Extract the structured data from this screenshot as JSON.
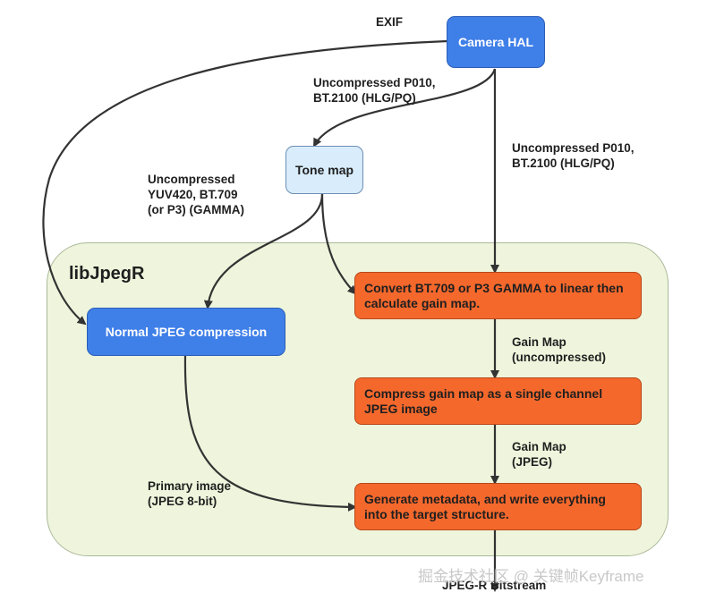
{
  "region": {
    "title": "libJpegR"
  },
  "nodes": {
    "camera_hal": "Camera HAL",
    "tone_map": "Tone map",
    "normal_jpeg": "Normal JPEG compression",
    "convert_gain": "Convert BT.709 or P3 GAMMA to linear then calculate gain map.",
    "compress_gain": "Compress gain map as a single channel JPEG image",
    "generate_metadata": "Generate metadata, and write everything into the target structure."
  },
  "edge_labels": {
    "exif": "EXIF",
    "p010_to_tonemap": [
      "Uncompressed P010,",
      "BT.2100 (HLG/PQ)"
    ],
    "p010_to_convert": [
      "Uncompressed P010,",
      "BT.2100 (HLG/PQ)"
    ],
    "yuv420": [
      "Uncompressed",
      "YUV420, BT.709",
      "(or P3) (GAMMA)"
    ],
    "gain_map_uncompressed": [
      "Gain Map",
      "(uncompressed)"
    ],
    "gain_map_jpeg": [
      "Gain Map",
      "(JPEG)"
    ],
    "primary_image": [
      "Primary image",
      "(JPEG 8-bit)"
    ],
    "output": "JPEG-R Bitstream"
  },
  "watermark": "掘金技术社区 @ 关键帧Keyframe",
  "colors": {
    "blue_box": "#3f7fe8",
    "light_blue_box": "#d8ecfb",
    "orange_box": "#f4682c",
    "region_fill": "#eef5dc",
    "arrow": "#333333"
  }
}
